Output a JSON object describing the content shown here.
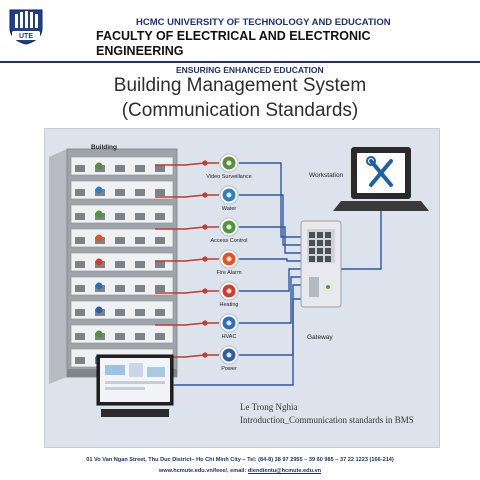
{
  "header": {
    "logo_text": "UTE",
    "university": "HCMC UNIVERSITY OF TECHNOLOGY AND EDUCATION",
    "faculty_line1": "FACULTY OF ELECTRICAL AND ELECTRONIC",
    "faculty_line2": "ENGINEERING",
    "slogan": "ENSURING ENHANCED EDUCATION"
  },
  "title": {
    "line1": "Building Management System",
    "line2": "(Communication Standards)"
  },
  "diagram": {
    "building_label": "Building",
    "workstation_label": "Workstation",
    "gateway_label": "Gateway",
    "systems": [
      {
        "label": "Video Surveillance",
        "icon": "camera-icon",
        "color": "#5a8f3a"
      },
      {
        "label": "Water",
        "icon": "water-drop-icon",
        "color": "#2f7fc6"
      },
      {
        "label": "Access Control",
        "icon": "access-control-icon",
        "color": "#4c9a3a"
      },
      {
        "label": "Fire Alarm",
        "icon": "fire-icon",
        "color": "#e5541c"
      },
      {
        "label": "Heating",
        "icon": "heating-icon",
        "color": "#d63a2a"
      },
      {
        "label": "HVAC",
        "icon": "snowflake-icon",
        "color": "#2d6fb8"
      },
      {
        "label": "Power",
        "icon": "power-icon",
        "color": "#2d5fa6"
      }
    ],
    "line_colors": {
      "building_links": "#c23b2e",
      "network_links": "#2f56a6"
    }
  },
  "credit": {
    "name": "Le Trong Nghia",
    "topic": "Introduction_Communication standards in BMS"
  },
  "footer": {
    "address": "01 Vo Van Ngan Street, Thu Duc District– Ho Chi Minh City – Tel: (84-8) 38 97 2955 – 39 60 985 – 37 22 1223 (166-214)",
    "website_prefix": "www.hcmute.edu.vn/feee/, email: ",
    "email": "diendientu@hcmute.edu.vn"
  }
}
